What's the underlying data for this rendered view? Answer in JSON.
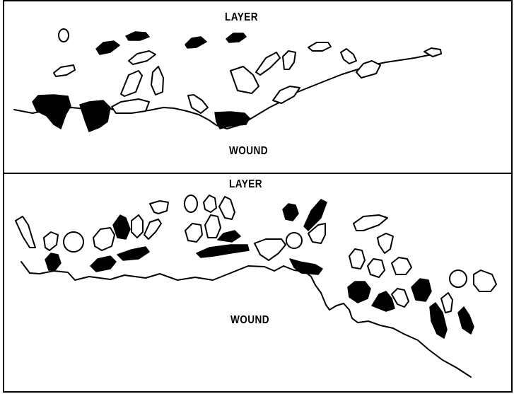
{
  "panels": [
    {
      "layer_label": "LAYER",
      "wound_label": "WOUND"
    },
    {
      "layer_label": "LAYER",
      "wound_label": "WOUND"
    }
  ],
  "colors": {
    "ink": "#000000",
    "paper": "#ffffff"
  }
}
